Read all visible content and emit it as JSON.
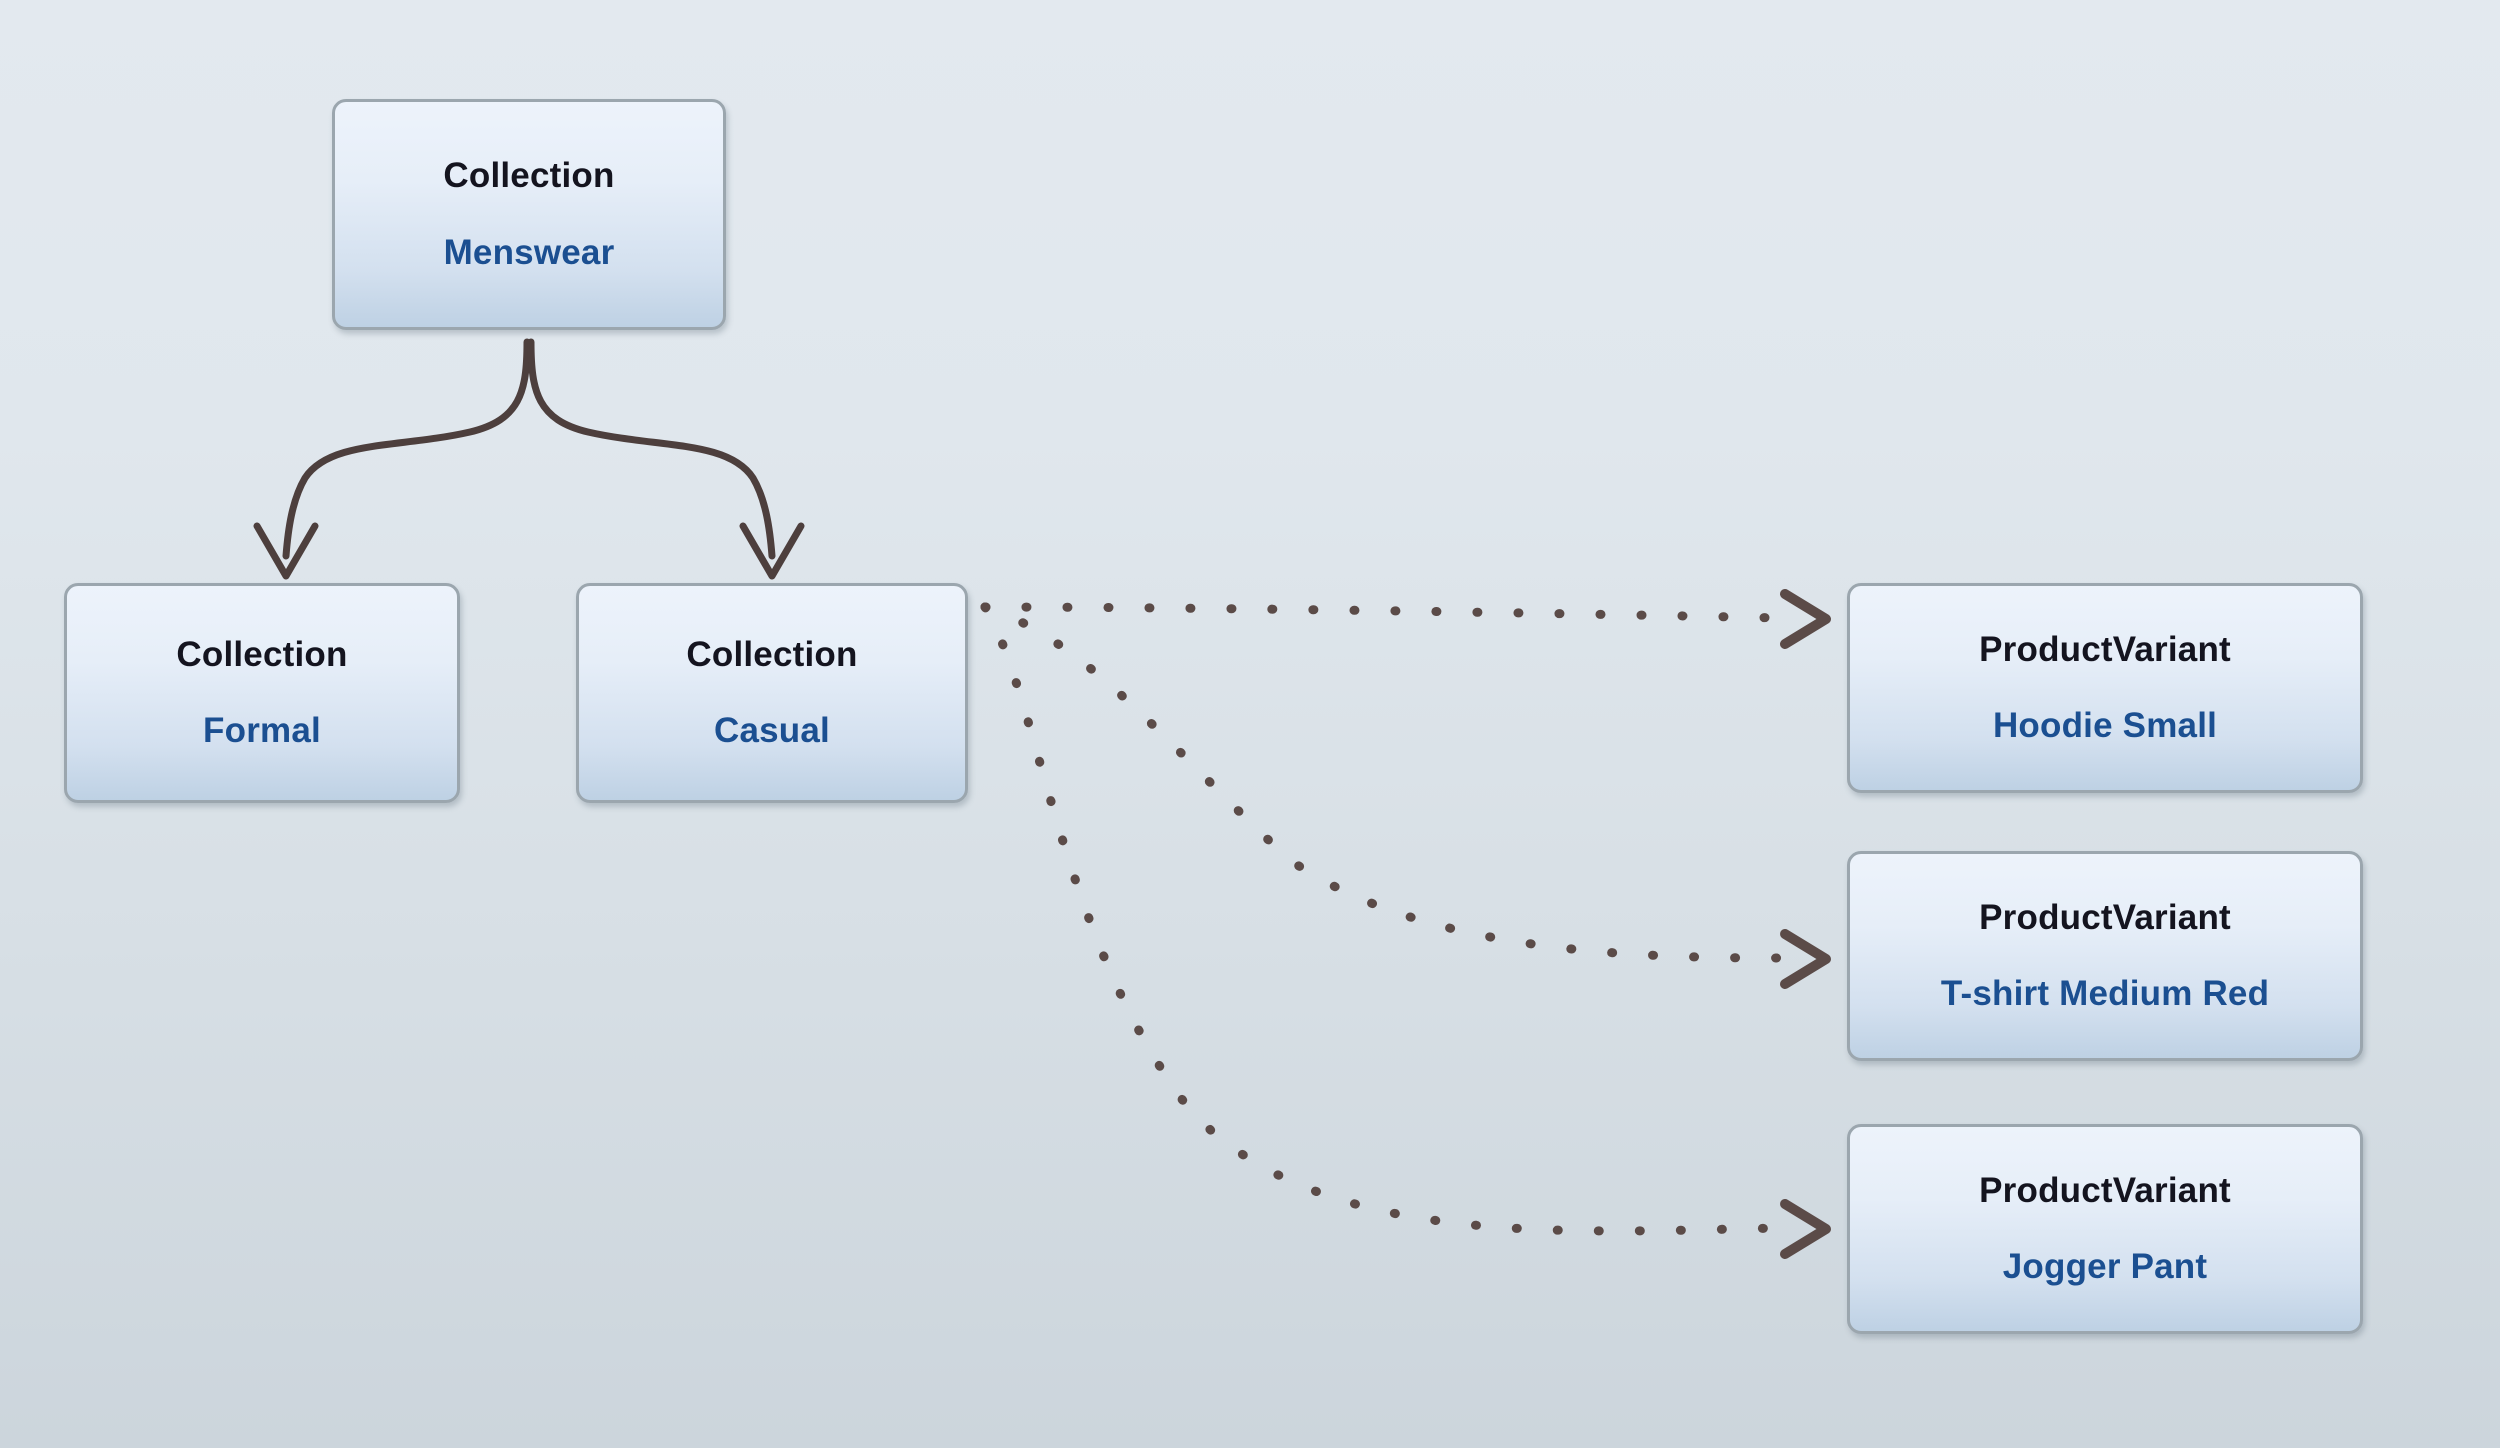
{
  "diagram": {
    "title": "Collection to ProductVariant relationship diagram",
    "background_top_color": "#e3e9ef",
    "background_bottom_color": "#ccd5dc",
    "node_border_color": "#9ba6ae",
    "node_fill_top_color": "#edf3fb",
    "node_fill_bottom_color": "#bed1e4",
    "type_text_color": "#14141f",
    "label_text_color": "#1b4f91",
    "edge_color": "#4d3f3d"
  },
  "nodes": {
    "menswear": {
      "type": "Collection",
      "label": "Menswear"
    },
    "formal": {
      "type": "Collection",
      "label": "Formal"
    },
    "casual": {
      "type": "Collection",
      "label": "Casual"
    },
    "hoodie": {
      "type": "ProductVariant",
      "label": "Hoodie Small"
    },
    "tshirt": {
      "type": "ProductVariant",
      "label": "T-shirt Medium Red"
    },
    "jogger": {
      "type": "ProductVariant",
      "label": "Jogger Pant"
    }
  },
  "edges": [
    {
      "id": "menswear-to-formal",
      "from": "menswear",
      "to": "formal",
      "style": "solid",
      "arrow": "open-v"
    },
    {
      "id": "menswear-to-casual",
      "from": "menswear",
      "to": "casual",
      "style": "solid",
      "arrow": "open-v"
    },
    {
      "id": "casual-to-hoodie",
      "from": "casual",
      "to": "hoodie",
      "style": "dotted",
      "arrow": "open-v"
    },
    {
      "id": "casual-to-tshirt",
      "from": "casual",
      "to": "tshirt",
      "style": "dotted",
      "arrow": "open-v"
    },
    {
      "id": "casual-to-jogger",
      "from": "casual",
      "to": "jogger",
      "style": "dotted",
      "arrow": "open-v"
    }
  ]
}
